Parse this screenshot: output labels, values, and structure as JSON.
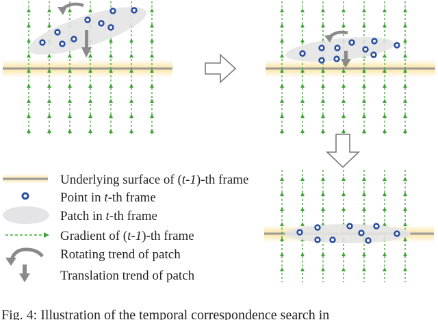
{
  "legend": {
    "surface_prefix": "Underlying surface of (",
    "surface_italic": "t-1",
    "surface_suffix": ")-th frame",
    "point_prefix": "Point in ",
    "point_italic": "t",
    "point_suffix": "-th frame",
    "patch_prefix": "Patch in ",
    "patch_italic": "t",
    "patch_suffix": "-th frame",
    "gradient_prefix": "Gradient of (",
    "gradient_italic": "t-1",
    "gradient_suffix": ")-th frame",
    "rotating": "Rotating trend of patch",
    "translation": "Translation trend of patch"
  },
  "caption": "Fig. 4: Illustration of the temporal correspondence search in",
  "colors": {
    "surface_line": "#9a9a9a",
    "surface_glow": "#fbe3a0",
    "gradient": "#3fa535",
    "point_ring": "#2a4f9e",
    "patch_fill": "#e4e4e6",
    "arrow_gray": "#8a8a8a"
  }
}
